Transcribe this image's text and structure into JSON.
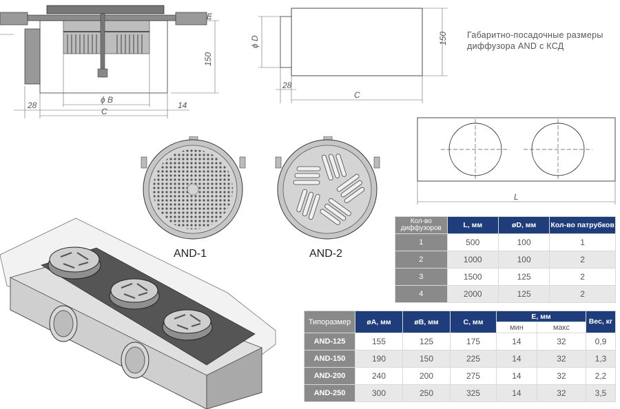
{
  "caption": {
    "line1": "Габаритно-посадочные   размеры",
    "line2": "диффузора AND с КСД"
  },
  "dims": {
    "e": "E",
    "h150": "150",
    "d28": "28",
    "dB": "ϕ B",
    "c": "C",
    "d14": "14",
    "dD": "ϕ D",
    "h150b": "150",
    "d28b": "28",
    "cb": "C",
    "l": "L"
  },
  "models": {
    "and1": "AND-1",
    "and2": "AND-2"
  },
  "table1": {
    "headers": [
      "Кол-во диффузоров",
      "L, мм",
      "øD, мм",
      "Кол-во патрубков"
    ],
    "rows": [
      [
        "1",
        "500",
        "100",
        "1"
      ],
      [
        "2",
        "1000",
        "100",
        "2"
      ],
      [
        "3",
        "1500",
        "125",
        "2"
      ],
      [
        "4",
        "2000",
        "125",
        "2"
      ]
    ]
  },
  "table2": {
    "headers": [
      "Типоразмер",
      "øA, мм",
      "øB, мм",
      "C, мм",
      "E, мм",
      "Вес, кг"
    ],
    "subheaders": [
      "мин",
      "макс"
    ],
    "rows": [
      [
        "AND-125",
        "155",
        "125",
        "175",
        "14",
        "32",
        "0,9"
      ],
      [
        "AND-150",
        "190",
        "150",
        "225",
        "14",
        "32",
        "1,3"
      ],
      [
        "AND-200",
        "240",
        "200",
        "275",
        "14",
        "32",
        "2,2"
      ],
      [
        "AND-250",
        "300",
        "250",
        "325",
        "14",
        "32",
        "3,5"
      ]
    ]
  }
}
